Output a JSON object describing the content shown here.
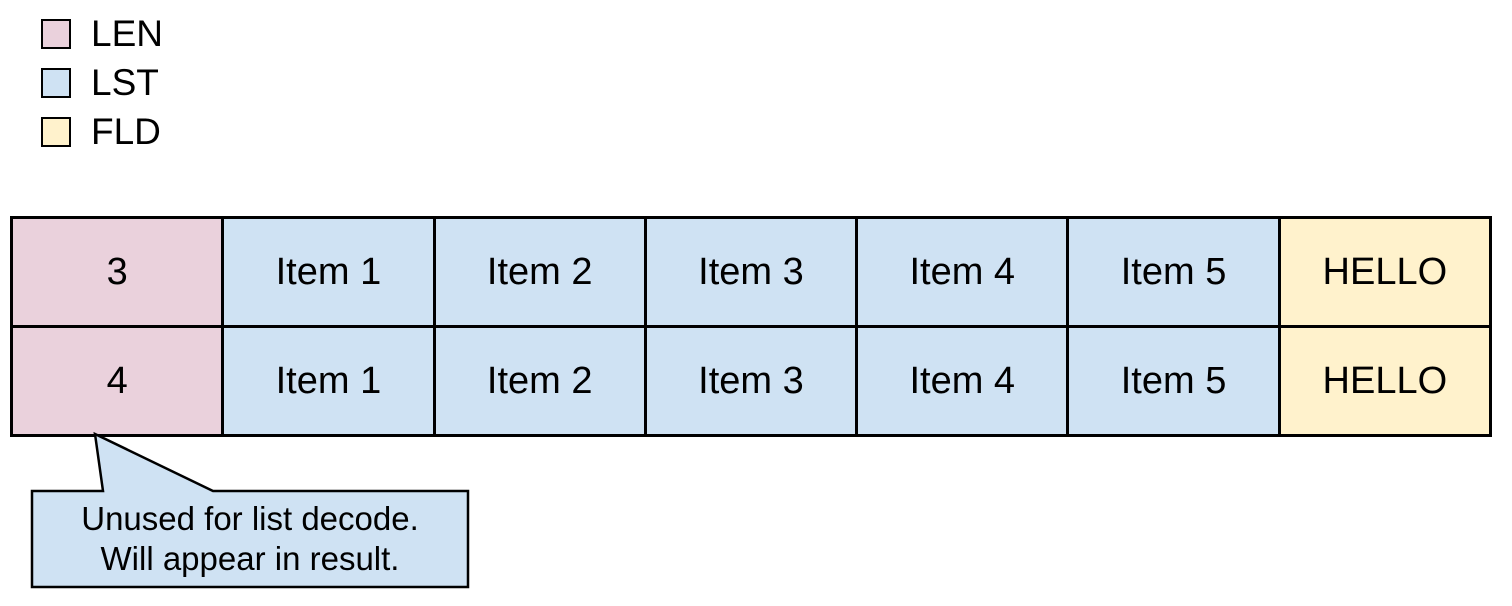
{
  "legend": {
    "items": [
      {
        "label": "LEN",
        "color": "#ead1dc"
      },
      {
        "label": "LST",
        "color": "#cfe2f3"
      },
      {
        "label": "FLD",
        "color": "#fff2cc"
      }
    ]
  },
  "table": {
    "rows": [
      {
        "cells": [
          {
            "text": "3",
            "type": "LEN"
          },
          {
            "text": "Item 1",
            "type": "LST"
          },
          {
            "text": "Item 2",
            "type": "LST"
          },
          {
            "text": "Item 3",
            "type": "LST"
          },
          {
            "text": "Item 4",
            "type": "LST"
          },
          {
            "text": "Item 5",
            "type": "LST"
          },
          {
            "text": "HELLO",
            "type": "FLD"
          }
        ]
      },
      {
        "cells": [
          {
            "text": "4",
            "type": "LEN"
          },
          {
            "text": "Item 1",
            "type": "LST"
          },
          {
            "text": "Item 2",
            "type": "LST"
          },
          {
            "text": "Item 3",
            "type": "LST"
          },
          {
            "text": "Item 4",
            "type": "LST"
          },
          {
            "text": "Item 5",
            "type": "LST"
          },
          {
            "text": "HELLO",
            "type": "FLD"
          }
        ]
      }
    ]
  },
  "callout": {
    "line1": "Unused for list decode.",
    "line2": "Will appear in result.",
    "fill": "#cfe2f3"
  },
  "colors": {
    "len": "#ead1dc",
    "lst": "#cfe2f3",
    "fld": "#fff2cc",
    "border": "#000000",
    "background": "#ffffff"
  }
}
